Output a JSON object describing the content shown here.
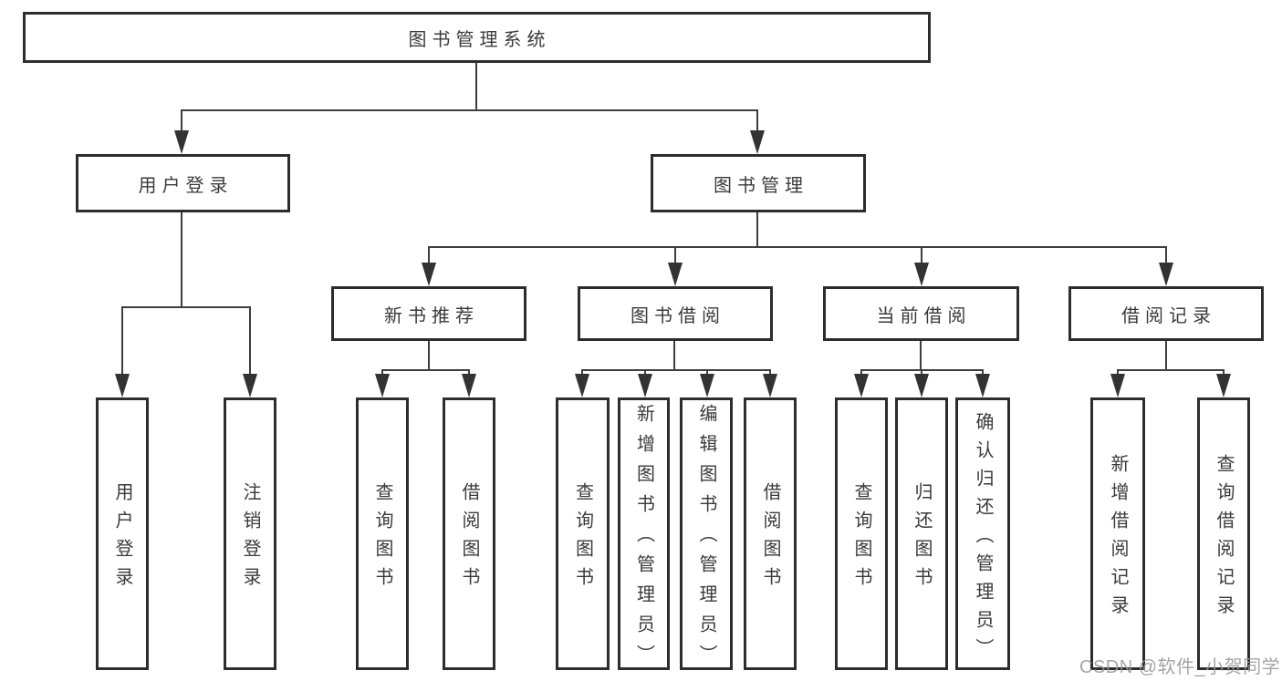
{
  "diagram": {
    "title": "图书管理系统",
    "watermark": "CSDN @软件_小贺同学",
    "colors": {
      "background": "#ffffff",
      "box_border": "#2d2d2d",
      "line": "#3e3e3e",
      "text": "#3a3a3a",
      "watermark": "#999999"
    },
    "nodes": {
      "root": {
        "label": "图书管理系统"
      },
      "user_login": {
        "label": "用户登录"
      },
      "book_mgmt": {
        "label": "图书管理"
      },
      "new_book_rec": {
        "label": "新书推荐"
      },
      "book_borrow": {
        "label": "图书借阅"
      },
      "current_borrow": {
        "label": "当前借阅"
      },
      "borrow_records": {
        "label": "借阅记录"
      },
      "ul_login": {
        "label": "用户登录"
      },
      "ul_logout": {
        "label": "注销登录"
      },
      "rec_query": {
        "label": "查询图书"
      },
      "rec_borrow": {
        "label": "借阅图书"
      },
      "bb_query": {
        "label": "查询图书"
      },
      "bb_add": {
        "label": "新增图书（管理员）"
      },
      "bb_edit": {
        "label": "编辑图书（管理员）"
      },
      "bb_borrow": {
        "label": "借阅图书"
      },
      "cb_query": {
        "label": "查询图书"
      },
      "cb_return": {
        "label": "归还图书"
      },
      "cb_confirm": {
        "label": "确认归还（管理员）"
      },
      "br_add": {
        "label": "新增借阅记录"
      },
      "br_query": {
        "label": "查询借阅记录"
      }
    },
    "hierarchy": {
      "图书管理系统": {
        "用户登录": [
          "用户登录",
          "注销登录"
        ],
        "图书管理": {
          "新书推荐": [
            "查询图书",
            "借阅图书"
          ],
          "图书借阅": [
            "查询图书",
            "新增图书（管理员）",
            "编辑图书（管理员）",
            "借阅图书"
          ],
          "当前借阅": [
            "查询图书",
            "归还图书",
            "确认归还（管理员）"
          ],
          "借阅记录": [
            "新增借阅记录",
            "查询借阅记录"
          ]
        }
      }
    }
  }
}
